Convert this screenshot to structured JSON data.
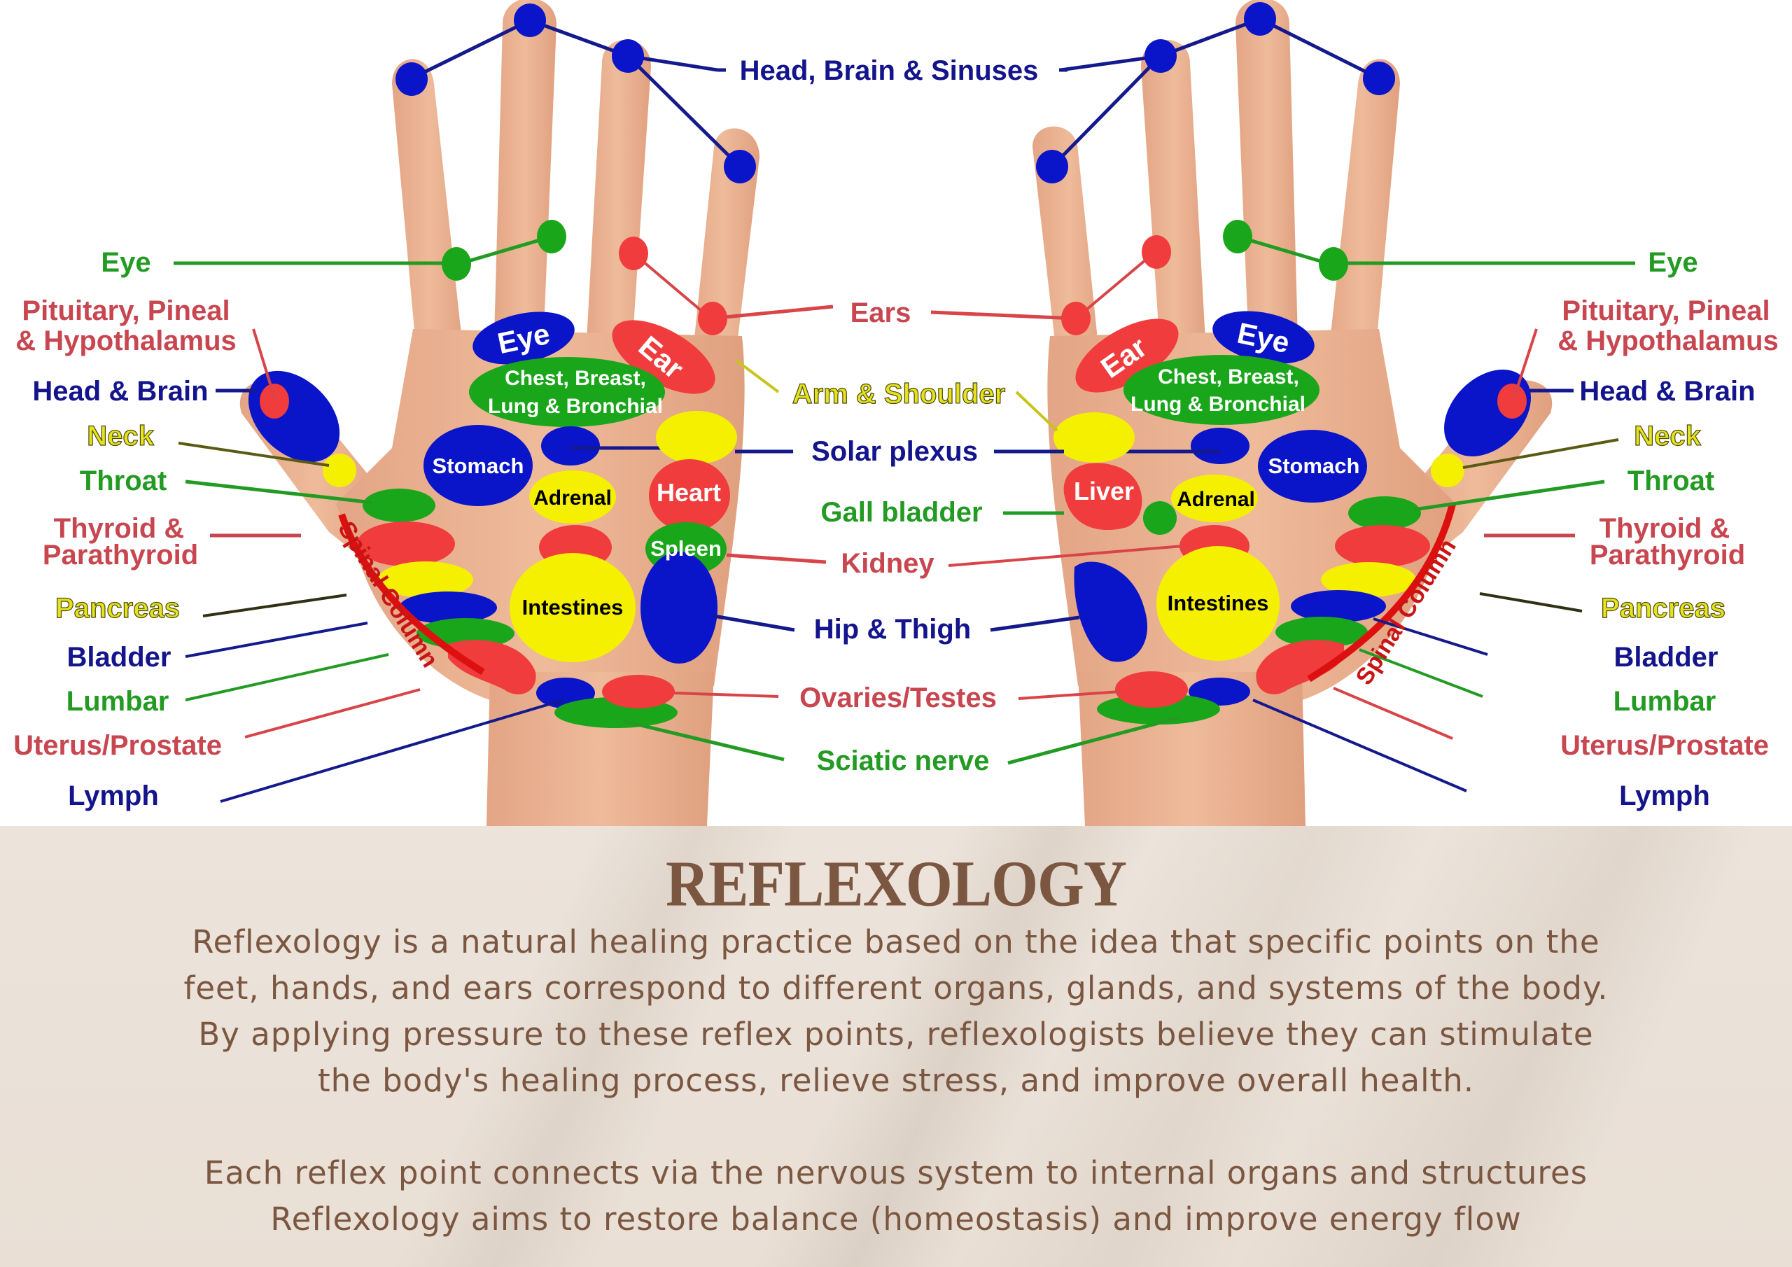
{
  "colors": {
    "blue": "#0a14c8",
    "blue_label": "#14148c",
    "red": "#f03c3c",
    "red_label": "#c84650",
    "green": "#1aa61a",
    "green_label": "#239b23",
    "yellow": "#f5f000",
    "yellow_label": "#e0dc1e",
    "skin": "#e9b08d",
    "skin_shade": "#d89a78",
    "spine": "#dd1010",
    "text_brown": "#7b5641",
    "panel_bg": "#ebe2d9"
  },
  "diagram": {
    "center_labels": {
      "head_brain_sinuses": "Head, Brain & Sinuses",
      "ears": "Ears",
      "arm_shoulder": "Arm & Shoulder",
      "solar_plexus": "Solar plexus",
      "gall_bladder": "Gall bladder",
      "kidney": "Kidney",
      "hip_thigh": "Hip & Thigh",
      "ovaries_testes": "Ovaries/Testes",
      "sciatic_nerve": "Sciatic nerve"
    },
    "side_labels": {
      "eye": "Eye",
      "pituitary_line1": "Pituitary, Pineal",
      "pituitary_line2": "& Hypothalamus",
      "head_brain": "Head & Brain",
      "neck": "Neck",
      "throat": "Throat",
      "thyroid_line1": "Thyroid &",
      "thyroid_line2": "Parathyroid",
      "pancreas": "Pancreas",
      "bladder": "Bladder",
      "lumbar": "Lumbar",
      "uterus_prostate": "Uterus/Prostate",
      "lymph": "Lymph"
    },
    "zone_labels": {
      "eye": "Eye",
      "ear": "Ear",
      "chest_line1": "Chest, Breast,",
      "chest_line2": "Lung & Bronchial",
      "stomach": "Stomach",
      "adrenal": "Adrenal",
      "heart": "Heart",
      "liver": "Liver",
      "spleen": "Spleen",
      "intestines": "Intestines",
      "spinal_column": "Spinal Column"
    }
  },
  "info": {
    "title": "REFLEXOLOGY",
    "paragraph1": [
      "Reflexology is a natural healing practice based on the idea that specific points on the",
      "feet, hands, and ears correspond to different organs, glands, and systems of the body.",
      "By applying pressure to these reflex points, reflexologists believe they can stimulate",
      "the body's healing process, relieve stress, and improve overall health."
    ],
    "paragraph2": [
      "Each reflex point connects via the nervous system to internal organs and structures",
      "Reflexology aims to restore balance (homeostasis) and improve energy flow"
    ]
  }
}
